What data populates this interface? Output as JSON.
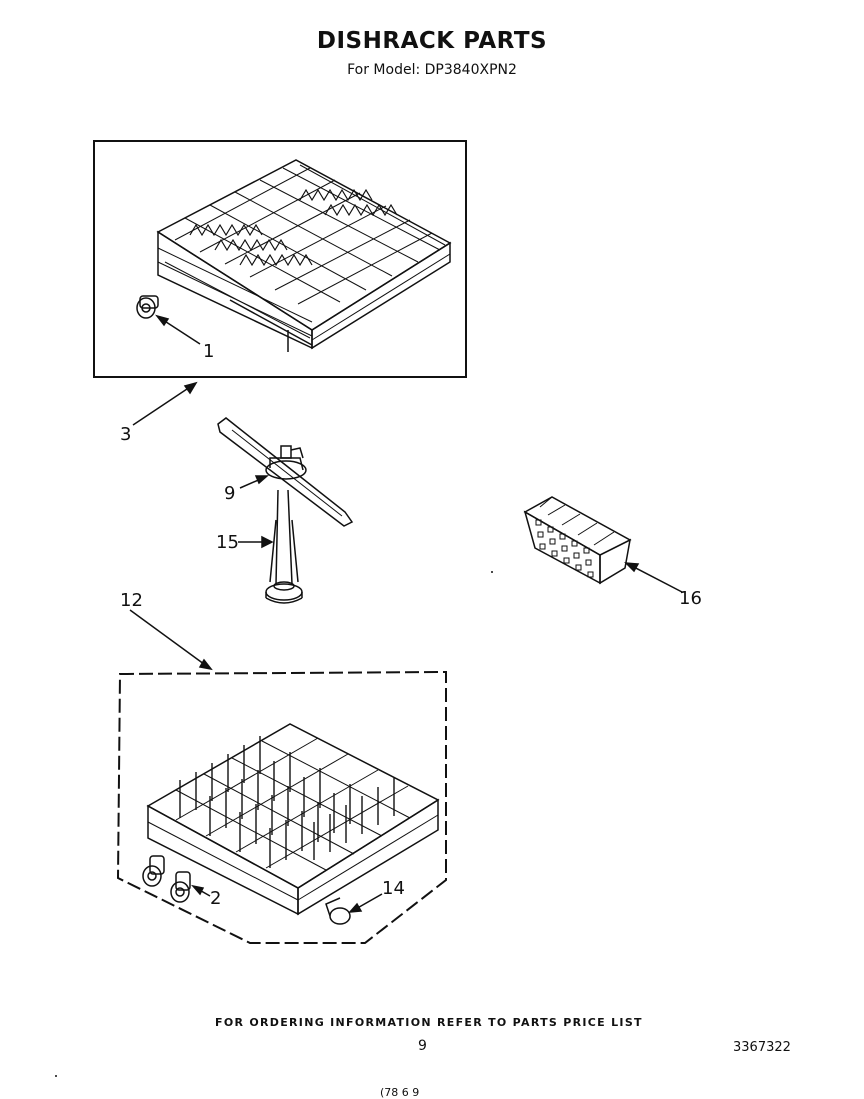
{
  "header": {
    "title": "DISHRACK PARTS",
    "subtitle": "For Model: DP3840XPN2"
  },
  "callouts": {
    "c1": "1",
    "c2": "2",
    "c3": "3",
    "c9": "9",
    "c12": "12",
    "c14": "14",
    "c15": "15",
    "c16": "16"
  },
  "footer": {
    "ordering_note": "FOR ORDERING INFORMATION REFER TO PARTS PRICE LIST",
    "page_number": "9",
    "document_number": "3367322",
    "scrawl": "(78 6 9"
  }
}
